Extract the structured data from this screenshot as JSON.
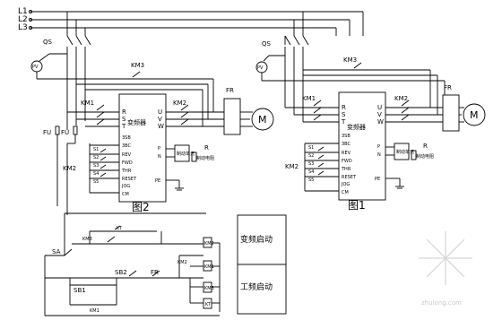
{
  "lines": [
    "L1",
    "L2",
    "L3"
  ],
  "fig2": {
    "qs": "QS",
    "pv": "PV",
    "km1": "KM1",
    "km2": "KM2",
    "km3": "KM3",
    "fr": "FR",
    "motor": "M",
    "inverter": "变频器",
    "input_terms": [
      "R",
      "S",
      "T"
    ],
    "output_terms": [
      "U",
      "V",
      "W"
    ],
    "ctrl_terms": [
      "3SB",
      "3BC",
      "REV",
      "FWD",
      "THR",
      "RESET",
      "JOG",
      "CM"
    ],
    "switch_labels": [
      "S1",
      "S2",
      "S3",
      "S4",
      "S5"
    ],
    "pn_terms": [
      "P",
      "N"
    ],
    "pe": "PE",
    "r": "R",
    "brake_unit": "制动单元",
    "brake_resistor": "制动电阻",
    "fu": [
      "FU",
      "FU"
    ],
    "km2_ctrl": "KM2",
    "caption": "图2"
  },
  "fig1": {
    "qs": "QS",
    "pv": "PV",
    "km1": "KM1",
    "km2": "KM2",
    "km3": "KM3",
    "fr": "FR",
    "motor": "M",
    "inverter": "变频器",
    "input_terms": [
      "R",
      "S",
      "T"
    ],
    "output_terms": [
      "U",
      "V",
      "W"
    ],
    "ctrl_terms": [
      "3SB",
      "3BC",
      "REV",
      "FWD",
      "THR",
      "RESET",
      "JOG",
      "CM"
    ],
    "switch_labels": [
      "S1",
      "S2",
      "S3",
      "S4",
      "S5"
    ],
    "pn_terms": [
      "P",
      "N"
    ],
    "pe": "PE",
    "r": "R",
    "brake_unit": "制动单元",
    "brake_resistor": "制动电阻",
    "km2_ctrl": "KM2",
    "caption": "图1"
  },
  "control": {
    "sa": "SA",
    "km3": "KM3",
    "kt": "KT",
    "km2": "KM2",
    "sb2": "SB2",
    "fr": "FR",
    "sb1": "SB1",
    "km1": "KM1",
    "coils": [
      "KM2",
      "KM1",
      "KM3",
      "KT"
    ],
    "mode_vf": "变频启动",
    "mode_line": "工频启动"
  },
  "watermark": "zhulong.com"
}
